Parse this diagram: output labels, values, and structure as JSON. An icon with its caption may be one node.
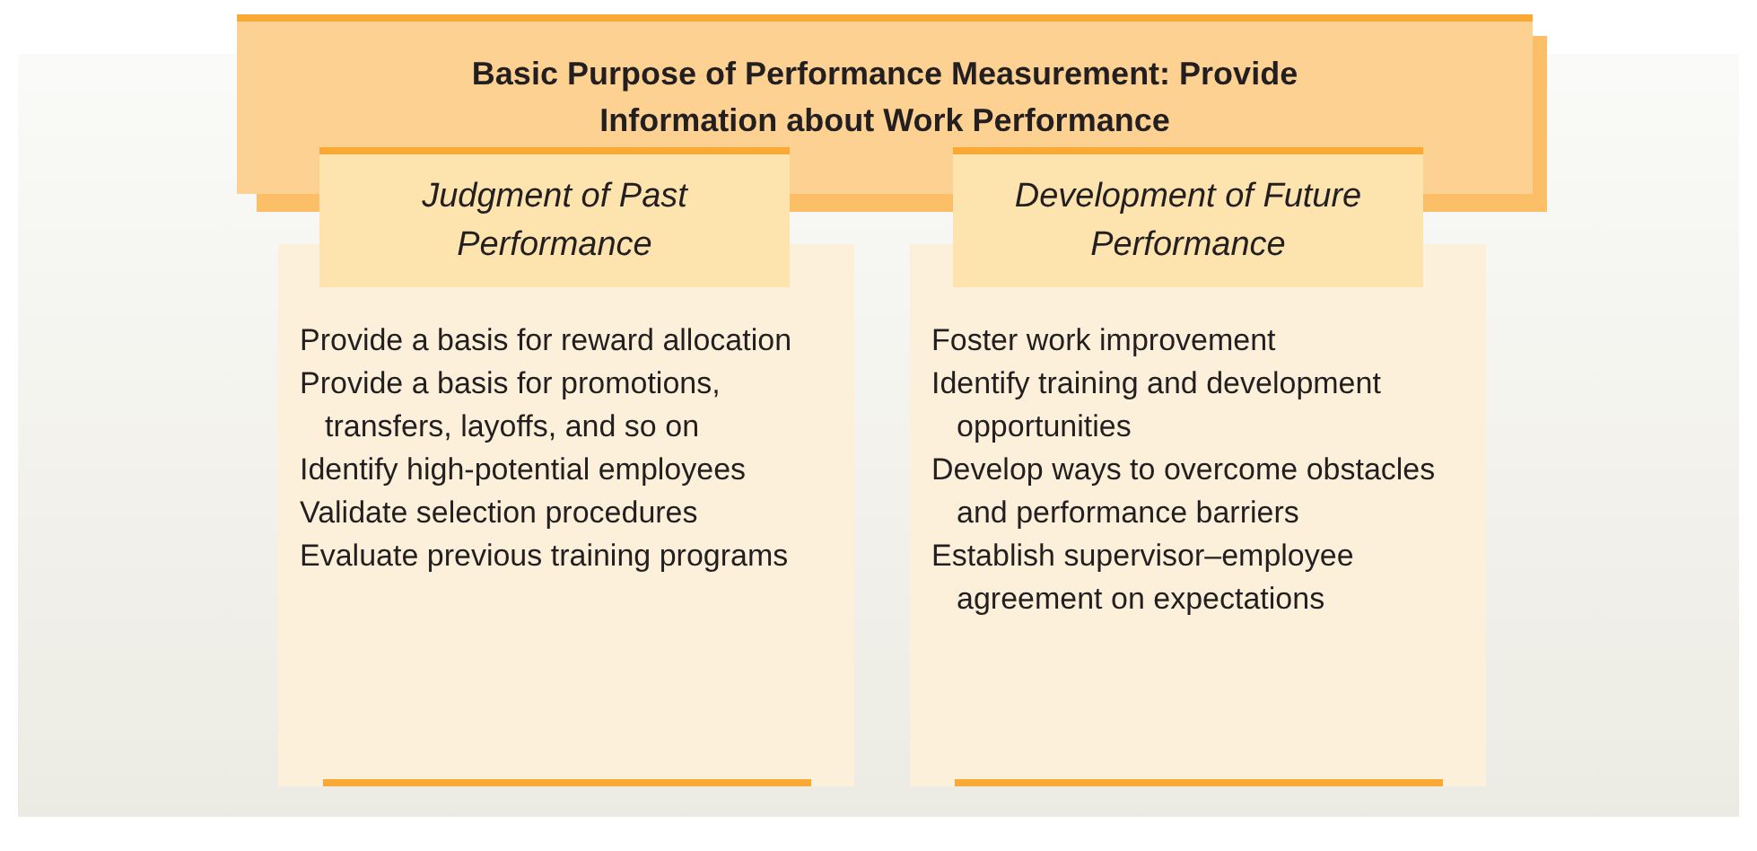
{
  "diagram": {
    "nodes": [
      {
        "text": [
          "Basic Purpose of Performance Measurement: Provide Information about Work Performance"
        ]
      },
      {
        "text": [
          "Judgment of Past Performance"
        ]
      },
      {
        "text": [
          "Provide a basis for reward allocation",
          "Provide a basis for promotions, transfers, layoffs, and so on",
          "Identify high-potential employees",
          "Validate selection procedures",
          "Evaluate previous training programs"
        ]
      },
      {
        "text": [
          "Development of Future Performance"
        ]
      },
      {
        "text": [
          "Foster work improvement",
          "Identify training and development opportunities",
          "Develop ways to overcome obstacles and performance barriers",
          "Establish supervisor–employee agreement on expectations"
        ]
      }
    ]
  }
}
